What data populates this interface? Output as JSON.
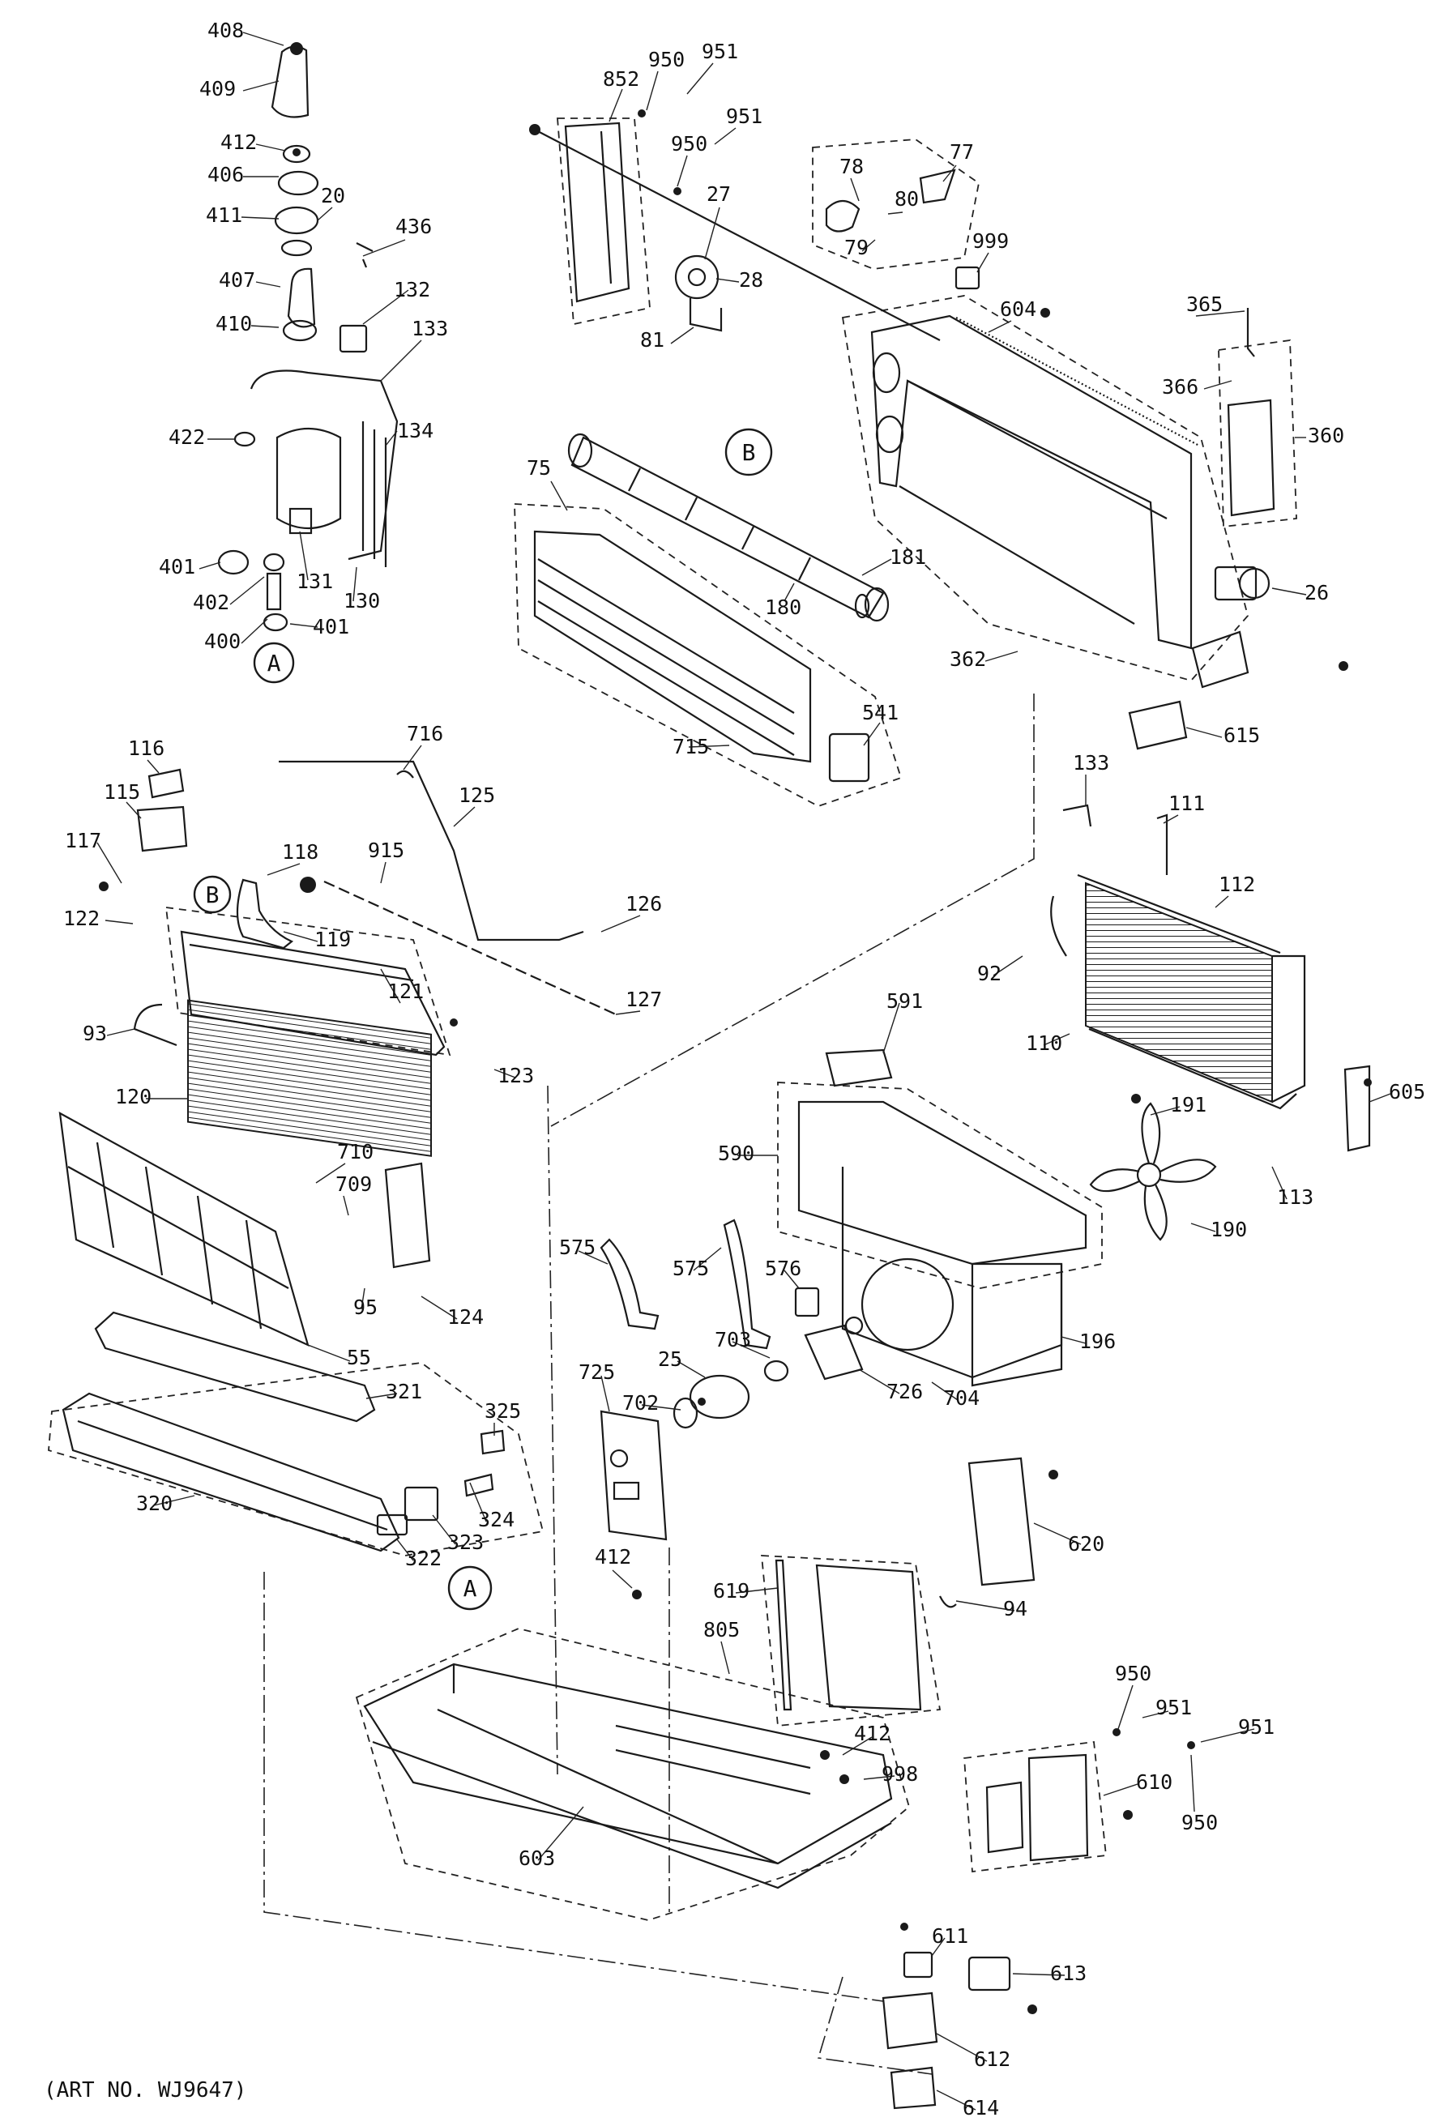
{
  "art_number": "(ART NO. WJ9647)",
  "callouts": [
    "A",
    "B"
  ],
  "parts": [
    {
      "id": "p408",
      "label": "408"
    },
    {
      "id": "p409",
      "label": "409"
    },
    {
      "id": "p412a",
      "label": "412"
    },
    {
      "id": "p406",
      "label": "406"
    },
    {
      "id": "p411",
      "label": "411"
    },
    {
      "id": "p20",
      "label": "20"
    },
    {
      "id": "p436",
      "label": "436"
    },
    {
      "id": "p407",
      "label": "407"
    },
    {
      "id": "p132",
      "label": "132"
    },
    {
      "id": "p410",
      "label": "410"
    },
    {
      "id": "p133a",
      "label": "133"
    },
    {
      "id": "p422",
      "label": "422"
    },
    {
      "id": "p134",
      "label": "134"
    },
    {
      "id": "p401a",
      "label": "401"
    },
    {
      "id": "p131",
      "label": "131"
    },
    {
      "id": "p130",
      "label": "130"
    },
    {
      "id": "p402",
      "label": "402"
    },
    {
      "id": "p400",
      "label": "400"
    },
    {
      "id": "p401b",
      "label": "401"
    },
    {
      "id": "p852",
      "label": "852"
    },
    {
      "id": "p950a",
      "label": "950"
    },
    {
      "id": "p951a",
      "label": "951"
    },
    {
      "id": "p951b",
      "label": "951"
    },
    {
      "id": "p950b",
      "label": "950"
    },
    {
      "id": "p27",
      "label": "27"
    },
    {
      "id": "p28",
      "label": "28"
    },
    {
      "id": "p81",
      "label": "81"
    },
    {
      "id": "p78",
      "label": "78"
    },
    {
      "id": "p77",
      "label": "77"
    },
    {
      "id": "p80",
      "label": "80"
    },
    {
      "id": "p79",
      "label": "79"
    },
    {
      "id": "p999",
      "label": "999"
    },
    {
      "id": "p604",
      "label": "604"
    },
    {
      "id": "p365",
      "label": "365"
    },
    {
      "id": "p366",
      "label": "366"
    },
    {
      "id": "p360",
      "label": "360"
    },
    {
      "id": "p75",
      "label": "75"
    },
    {
      "id": "p181",
      "label": "181"
    },
    {
      "id": "p180",
      "label": "180"
    },
    {
      "id": "p26",
      "label": "26"
    },
    {
      "id": "p362",
      "label": "362"
    },
    {
      "id": "p541",
      "label": "541"
    },
    {
      "id": "p715",
      "label": "715"
    },
    {
      "id": "p615",
      "label": "615"
    },
    {
      "id": "p116",
      "label": "116"
    },
    {
      "id": "p716",
      "label": "716"
    },
    {
      "id": "p115",
      "label": "115"
    },
    {
      "id": "p125",
      "label": "125"
    },
    {
      "id": "p117",
      "label": "117"
    },
    {
      "id": "p118",
      "label": "118"
    },
    {
      "id": "p915",
      "label": "915"
    },
    {
      "id": "p126",
      "label": "126"
    },
    {
      "id": "p122",
      "label": "122"
    },
    {
      "id": "p119",
      "label": "119"
    },
    {
      "id": "p121",
      "label": "121"
    },
    {
      "id": "p127",
      "label": "127"
    },
    {
      "id": "p93",
      "label": "93"
    },
    {
      "id": "p123",
      "label": "123"
    },
    {
      "id": "p120",
      "label": "120"
    },
    {
      "id": "p710",
      "label": "710"
    },
    {
      "id": "p709",
      "label": "709"
    },
    {
      "id": "p95",
      "label": "95"
    },
    {
      "id": "p124",
      "label": "124"
    },
    {
      "id": "p55",
      "label": "55"
    },
    {
      "id": "p321",
      "label": "321"
    },
    {
      "id": "p325",
      "label": "325"
    },
    {
      "id": "p320",
      "label": "320"
    },
    {
      "id": "p324",
      "label": "324"
    },
    {
      "id": "p323",
      "label": "323"
    },
    {
      "id": "p322",
      "label": "322"
    },
    {
      "id": "p133b",
      "label": "133"
    },
    {
      "id": "p111",
      "label": "111"
    },
    {
      "id": "p112",
      "label": "112"
    },
    {
      "id": "p92",
      "label": "92"
    },
    {
      "id": "p110",
      "label": "110"
    },
    {
      "id": "p605",
      "label": "605"
    },
    {
      "id": "p191",
      "label": "191"
    },
    {
      "id": "p113",
      "label": "113"
    },
    {
      "id": "p190",
      "label": "190"
    },
    {
      "id": "p591",
      "label": "591"
    },
    {
      "id": "p590",
      "label": "590"
    },
    {
      "id": "p575a",
      "label": "575"
    },
    {
      "id": "p575b",
      "label": "575"
    },
    {
      "id": "p576",
      "label": "576"
    },
    {
      "id": "p196",
      "label": "196"
    },
    {
      "id": "p703",
      "label": "703"
    },
    {
      "id": "p25",
      "label": "25"
    },
    {
      "id": "p725",
      "label": "725"
    },
    {
      "id": "p702",
      "label": "702"
    },
    {
      "id": "p726",
      "label": "726"
    },
    {
      "id": "p704",
      "label": "704"
    },
    {
      "id": "p620",
      "label": "620"
    },
    {
      "id": "p412b",
      "label": "412"
    },
    {
      "id": "p619",
      "label": "619"
    },
    {
      "id": "p94",
      "label": "94"
    },
    {
      "id": "p805",
      "label": "805"
    },
    {
      "id": "p950c",
      "label": "950"
    },
    {
      "id": "p951c",
      "label": "951"
    },
    {
      "id": "p951d",
      "label": "951"
    },
    {
      "id": "p412c",
      "label": "412"
    },
    {
      "id": "p998",
      "label": "998"
    },
    {
      "id": "p610",
      "label": "610"
    },
    {
      "id": "p950d",
      "label": "950"
    },
    {
      "id": "p603",
      "label": "603"
    },
    {
      "id": "p611",
      "label": "611"
    },
    {
      "id": "p613",
      "label": "613"
    },
    {
      "id": "p612",
      "label": "612"
    },
    {
      "id": "p614",
      "label": "614"
    }
  ]
}
